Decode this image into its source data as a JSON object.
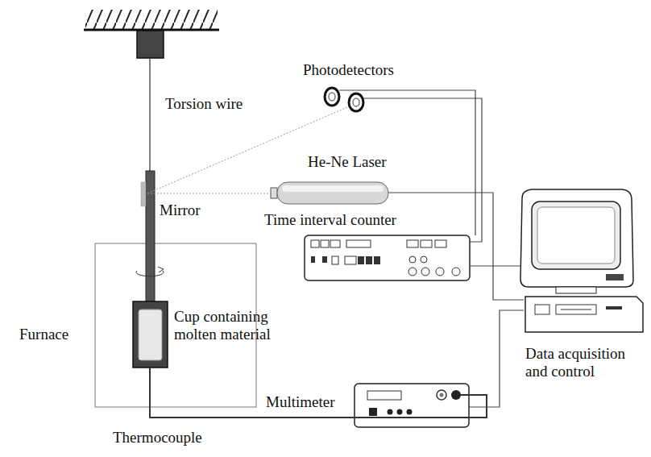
{
  "diagram": {
    "labels": [
      "Torsion wire",
      "Photodetectors",
      "Mirror",
      "He-Ne Laser",
      "Time interval counter",
      "Furnace",
      "Cup containing molten material",
      "Multimeter",
      "Data acquisition and control",
      "Thermocouple"
    ]
  }
}
